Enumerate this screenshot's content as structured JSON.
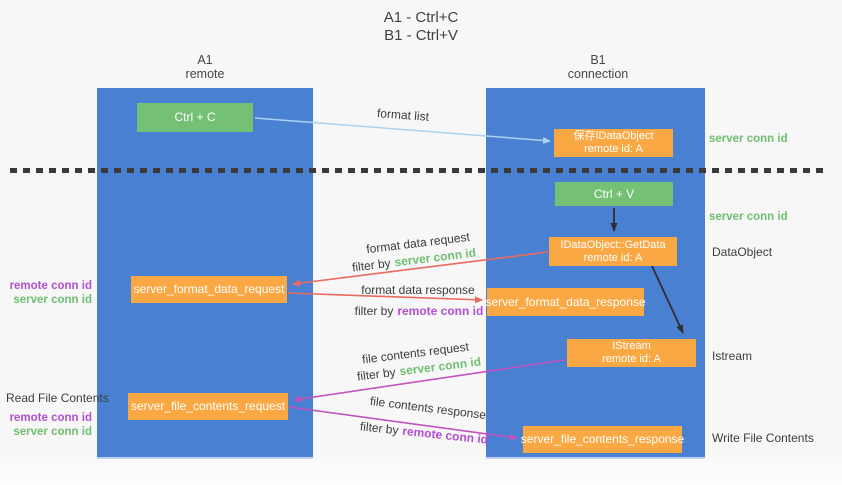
{
  "title": {
    "line1": "A1 - Ctrl+C",
    "line2": "B1 - Ctrl+V"
  },
  "lanes": {
    "left": {
      "title": "A1",
      "subtitle": "remote"
    },
    "right": {
      "title": "B1",
      "subtitle": "connection"
    }
  },
  "nodes": {
    "ctrl_c": {
      "label": "Ctrl + C"
    },
    "ctrl_v": {
      "label": "Ctrl + V"
    },
    "save_dataobject": {
      "line1": "保存IDataObject",
      "line2": "remote id: A"
    },
    "getdata": {
      "line1": "IDataObject::GetData",
      "line2": "remote id: A"
    },
    "istream": {
      "line1": "IStream",
      "line2": "remote id: A"
    },
    "server_format_data_request": {
      "label": "server_format_data_request"
    },
    "server_format_data_response": {
      "label": "server_format_data_response"
    },
    "server_file_contents_request": {
      "label": "server_file_contents_request"
    },
    "server_file_contents_response": {
      "label": "server_file_contents_response"
    }
  },
  "arrow_labels": {
    "format_list": "format list",
    "format_data_request": "format data request",
    "format_data_response": "format data response",
    "file_contents_request": "file contents request",
    "file_contents_response": "file contents response",
    "filter_by": "filter by",
    "server_conn_id": "server conn id",
    "remote_conn_id": "remote conn id"
  },
  "side_labels": {
    "server_conn_id": "server conn id",
    "remote_conn_id": "remote conn id",
    "dataobject": "DataObject",
    "istream": "Istream",
    "read_file_contents": "Read File Contents",
    "write_file_contents": "Write File Contents"
  },
  "colors": {
    "bg": "#f8f8f8",
    "lane_blue": "#4a80d2",
    "node_orange": "#f9a843",
    "node_green": "#74c176",
    "green_text": "#6fbf72",
    "purple_text": "#b24fd0",
    "red_arrow": "#e96a5f",
    "magenta_arrow": "#c252be",
    "light_blue_arrow": "#a9d3f0",
    "dark_text": "#3d3d3d"
  }
}
